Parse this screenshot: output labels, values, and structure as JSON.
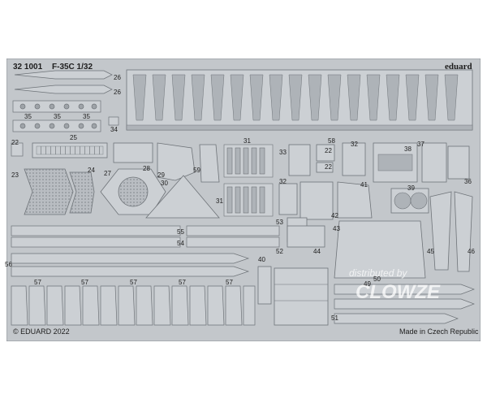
{
  "header": {
    "set_number": "32 1001",
    "title": "F-35C 1/32",
    "brand": "eduard"
  },
  "footer": {
    "copyright": "© EDUARD 2022",
    "origin": "Made in Czech Republic"
  },
  "watermark": {
    "line1": "distributed by",
    "line2": "CLOWZE"
  },
  "part_numbers": {
    "p26a": "26",
    "p26b": "26",
    "p35a": "35",
    "p35b": "35",
    "p35c": "35",
    "p34": "34",
    "p22a": "22",
    "p25": "25",
    "p23": "23",
    "p24": "24",
    "p27": "27",
    "p28": "28",
    "p29": "29",
    "p30": "30",
    "p59": "59",
    "p31a": "31",
    "p31b": "31",
    "p33": "33",
    "p58": "58",
    "p22b": "22",
    "p22c": "22",
    "p32a": "32",
    "p32b": "32",
    "p38": "38",
    "p37": "37",
    "p36": "36",
    "p41": "41",
    "p42": "42",
    "p43": "43",
    "p39": "39",
    "p45": "45",
    "p46": "46",
    "p53": "53",
    "p55": "55",
    "p54": "54",
    "p52": "52",
    "p44": "44",
    "p56": "56",
    "p40": "40",
    "p49": "49",
    "p50": "50",
    "p51": "51",
    "p57a": "57",
    "p57b": "57",
    "p57c": "57",
    "p57d": "57",
    "p57e": "57"
  },
  "colors": {
    "fret": "#c3c7cb",
    "part": "#ccd0d4",
    "part_dark": "#aeb3b8",
    "edge": "#6e7378",
    "text": "#1e1e1e"
  }
}
